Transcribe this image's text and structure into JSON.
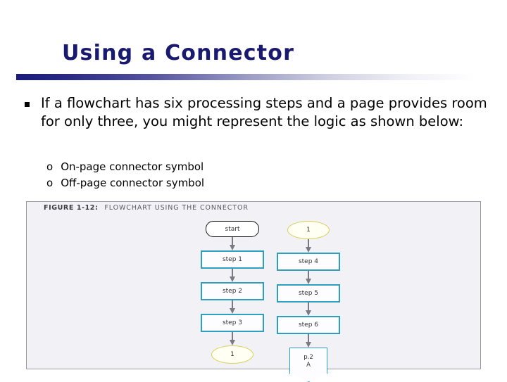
{
  "slide": {
    "title": "Using a Connector",
    "title_color": "#191970",
    "divider_color_start": "#1a1a7a",
    "divider_color_end": "#ffffff"
  },
  "body": {
    "bullet_marker": "square",
    "bullet_text": "If a flowchart has six processing steps and a page provides room for only three, you might represent the logic as shown below:",
    "sub_bullets": [
      {
        "marker": "o",
        "label": "On-page connector symbol"
      },
      {
        "marker": "o",
        "label": "Off-page connector symbol"
      }
    ]
  },
  "figure": {
    "caption_strong": "FIGURE 1-12:",
    "caption_rest": "FLOWCHART USING THE CONNECTOR",
    "panel_bg": "#f2f2f6",
    "panel_border": "#9a9aa2",
    "step_border_color": "#2f9fc0",
    "connector_border_color": "#d8cf57",
    "arrow_color": "#7a7a84",
    "columns": [
      {
        "name": "left-column",
        "nodes": [
          {
            "kind": "terminator",
            "label": "start"
          },
          {
            "kind": "process",
            "label": "step 1"
          },
          {
            "kind": "process",
            "label": "step 2"
          },
          {
            "kind": "process",
            "label": "step 3"
          },
          {
            "kind": "on-page-connector",
            "label": "1"
          }
        ]
      },
      {
        "name": "right-column",
        "nodes": [
          {
            "kind": "on-page-connector",
            "label": "1"
          },
          {
            "kind": "process",
            "label": "step 4"
          },
          {
            "kind": "process",
            "label": "step 5"
          },
          {
            "kind": "process",
            "label": "step 6"
          },
          {
            "kind": "off-page-connector",
            "label_line1": "p.2",
            "label_line2": "A"
          }
        ]
      }
    ]
  }
}
